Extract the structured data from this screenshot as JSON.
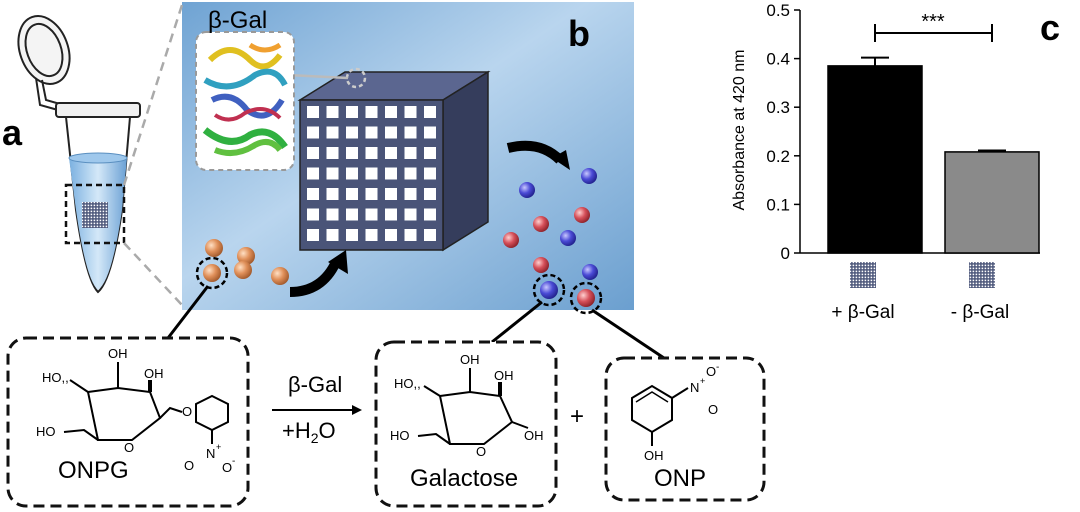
{
  "panels": {
    "a": "a",
    "b": "b",
    "c": "c"
  },
  "enzyme_label": "β-Gal",
  "reaction": {
    "catalyst": "β-Gal",
    "cofactor_prefix": "+H",
    "cofactor_sub": "2",
    "cofactor_suffix": "O",
    "plus": "+"
  },
  "compounds": {
    "onpg": {
      "name": "ONPG",
      "atoms": [
        "HO",
        "OH",
        "HO,,",
        "OH",
        "HO",
        "O",
        "O",
        "N",
        "+",
        "O",
        "-",
        "O"
      ]
    },
    "galactose": {
      "name": "Galactose",
      "atoms": [
        "OH",
        "HO,,",
        "OH",
        "HO",
        "O",
        "OH"
      ]
    },
    "onp": {
      "name": "ONP",
      "atoms": [
        "N",
        "+",
        "O",
        "-",
        "O",
        "OH"
      ]
    }
  },
  "colors": {
    "background_panel": "#8fbbe0",
    "cube": "#4a5478",
    "substrate": "#e0905a",
    "galactose_ball": "#4b4bd6",
    "onp_ball": "#d6505a"
  },
  "chart_data": {
    "type": "bar",
    "title": "",
    "xlabel": "",
    "ylabel": "Absorbance at 420 nm",
    "ylim": [
      0,
      0.5
    ],
    "yticks": [
      "0",
      "0.1",
      "0.2",
      "0.3",
      "0.4",
      "0.5"
    ],
    "categories": [
      "+ β-Gal",
      "- β-Gal"
    ],
    "values": [
      0.385,
      0.208
    ],
    "errors": [
      0.017,
      0.003
    ],
    "bar_colors": [
      "#000000",
      "#8a8a8a"
    ],
    "significance": "***",
    "grid": false
  }
}
